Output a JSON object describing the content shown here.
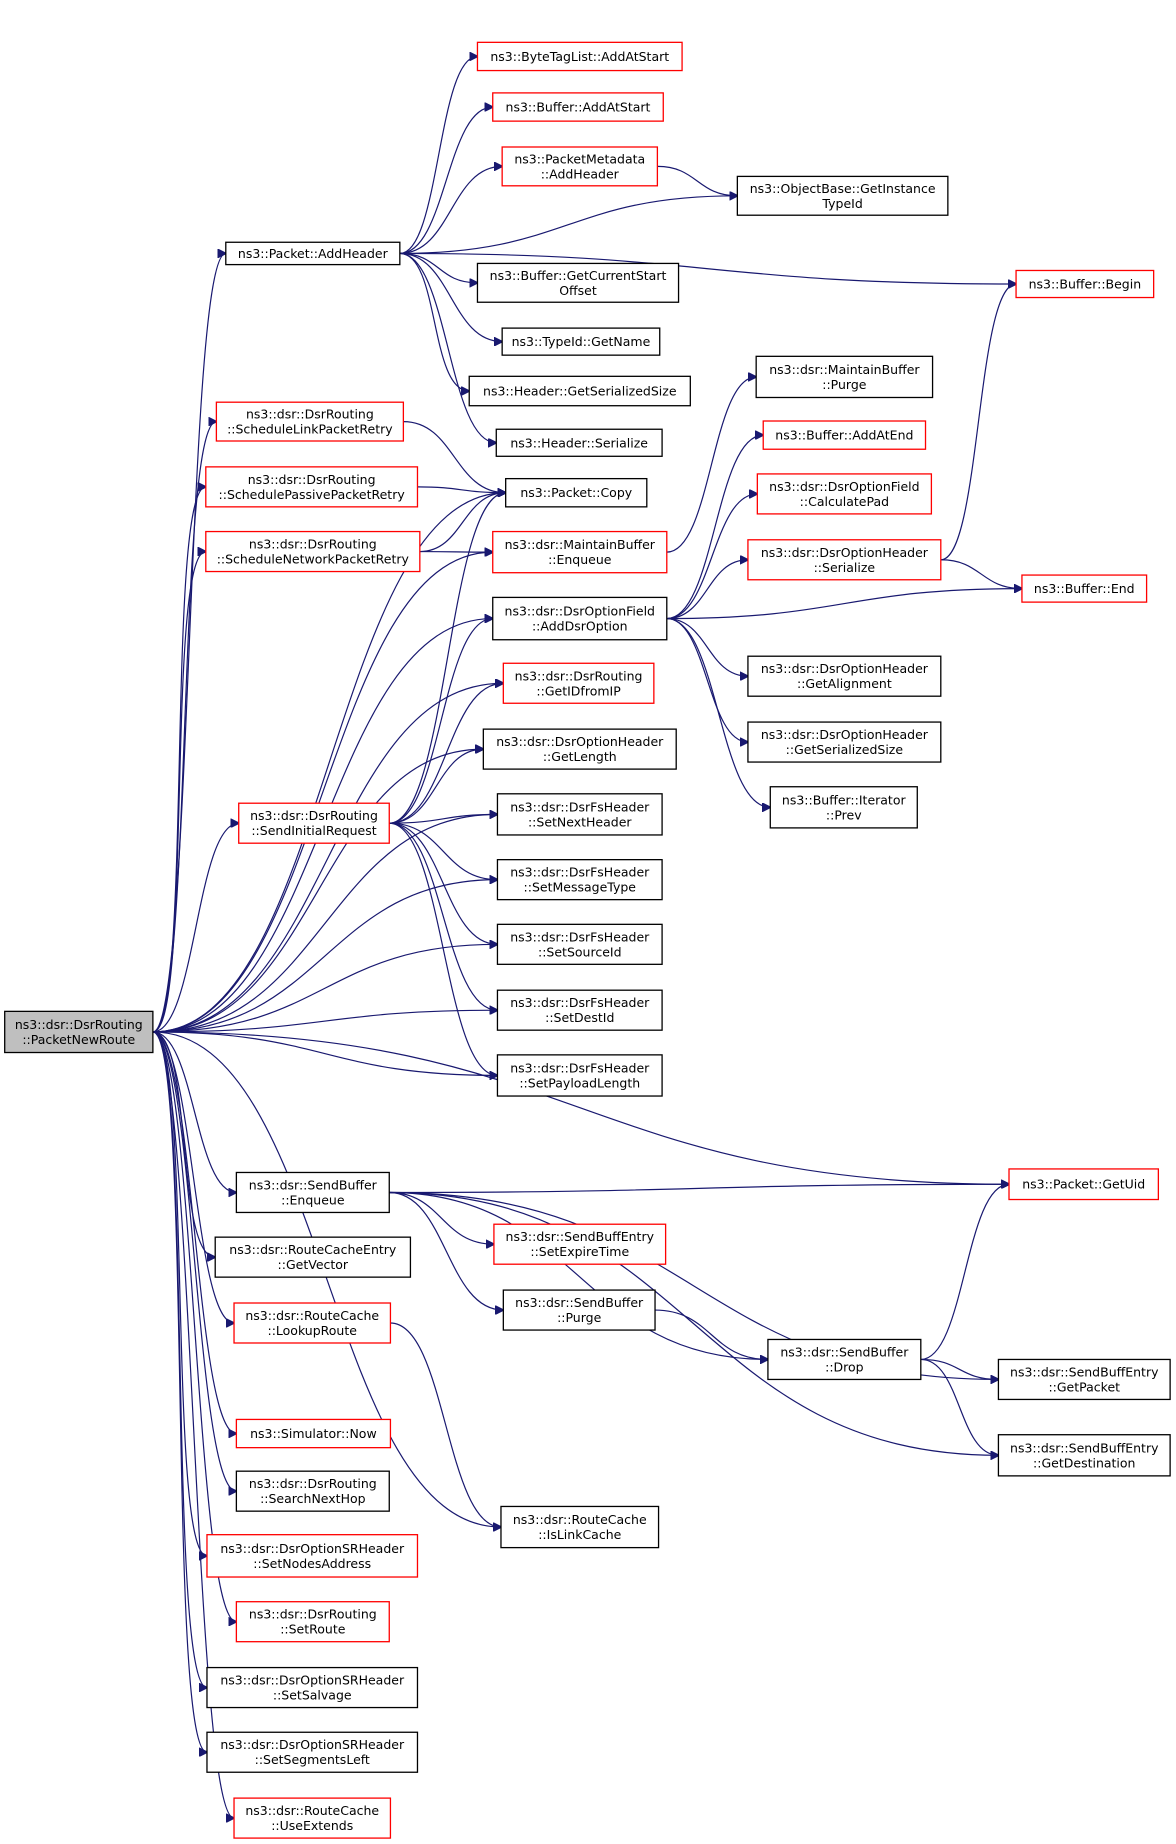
{
  "colors": {
    "edge": "#191970",
    "border_documented": "#000000",
    "border_undocumented": "#ff0000",
    "root_fill": "#bfbfbf",
    "node_fill": "#ffffff"
  },
  "nodes": [
    {
      "id": "root",
      "lines": [
        "ns3::dsr::DsrRouting",
        "::PacketNewRoute"
      ],
      "style": "root"
    },
    {
      "id": "packet-addheader",
      "lines": [
        "ns3::Packet::AddHeader"
      ],
      "style": "black"
    },
    {
      "id": "bytetaglist-addatstart",
      "lines": [
        "ns3::ByteTagList::AddAtStart"
      ],
      "style": "red"
    },
    {
      "id": "buffer-addatstart",
      "lines": [
        "ns3::Buffer::AddAtStart"
      ],
      "style": "red"
    },
    {
      "id": "packetmetadata-addheader",
      "lines": [
        "ns3::PacketMetadata",
        "::AddHeader"
      ],
      "style": "red"
    },
    {
      "id": "objectbase-getinstancetypeid",
      "lines": [
        "ns3::ObjectBase::GetInstance",
        "TypeId"
      ],
      "style": "black"
    },
    {
      "id": "buffer-getcurrentstartoffset",
      "lines": [
        "ns3::Buffer::GetCurrentStart",
        "Offset"
      ],
      "style": "black"
    },
    {
      "id": "typeid-getname",
      "lines": [
        "ns3::TypeId::GetName"
      ],
      "style": "black"
    },
    {
      "id": "header-getserializedsize",
      "lines": [
        "ns3::Header::GetSerializedSize"
      ],
      "style": "black"
    },
    {
      "id": "header-serialize",
      "lines": [
        "ns3::Header::Serialize"
      ],
      "style": "black"
    },
    {
      "id": "buffer-begin",
      "lines": [
        "ns3::Buffer::Begin"
      ],
      "style": "red"
    },
    {
      "id": "schedulelinkpacketretry",
      "lines": [
        "ns3::dsr::DsrRouting",
        "::ScheduleLinkPacketRetry"
      ],
      "style": "red"
    },
    {
      "id": "schedulepassivepacketretry",
      "lines": [
        "ns3::dsr::DsrRouting",
        "::SchedulePassivePacketRetry"
      ],
      "style": "red"
    },
    {
      "id": "schedulenetworkpacketretry",
      "lines": [
        "ns3::dsr::DsrRouting",
        "::ScheduleNetworkPacketRetry"
      ],
      "style": "red"
    },
    {
      "id": "packet-copy",
      "lines": [
        "ns3::Packet::Copy"
      ],
      "style": "black"
    },
    {
      "id": "maintainbuffer-enqueue",
      "lines": [
        "ns3::dsr::MaintainBuffer",
        "::Enqueue"
      ],
      "style": "red"
    },
    {
      "id": "maintainbuffer-purge",
      "lines": [
        "ns3::dsr::MaintainBuffer",
        "::Purge"
      ],
      "style": "black"
    },
    {
      "id": "buffer-addatend",
      "lines": [
        "ns3::Buffer::AddAtEnd"
      ],
      "style": "red"
    },
    {
      "id": "dsroptionfield-calculatepad",
      "lines": [
        "ns3::dsr::DsrOptionField",
        "::CalculatePad"
      ],
      "style": "red"
    },
    {
      "id": "dsroptionheader-serialize",
      "lines": [
        "ns3::dsr::DsrOptionHeader",
        "::Serialize"
      ],
      "style": "red"
    },
    {
      "id": "buffer-end",
      "lines": [
        "ns3::Buffer::End"
      ],
      "style": "red"
    },
    {
      "id": "dsroptionfield-adddsroption",
      "lines": [
        "ns3::dsr::DsrOptionField",
        "::AddDsrOption"
      ],
      "style": "black"
    },
    {
      "id": "dsroptionheader-getalignment",
      "lines": [
        "ns3::dsr::DsrOptionHeader",
        "::GetAlignment"
      ],
      "style": "black"
    },
    {
      "id": "dsroptionheader-getserializedsize",
      "lines": [
        "ns3::dsr::DsrOptionHeader",
        "::GetSerializedSize"
      ],
      "style": "black"
    },
    {
      "id": "buffer-iterator-prev",
      "lines": [
        "ns3::Buffer::Iterator",
        "::Prev"
      ],
      "style": "black"
    },
    {
      "id": "getidfromip",
      "lines": [
        "ns3::dsr::DsrRouting",
        "::GetIDfromIP"
      ],
      "style": "red"
    },
    {
      "id": "dsroptionheader-getlength",
      "lines": [
        "ns3::dsr::DsrOptionHeader",
        "::GetLength"
      ],
      "style": "black"
    },
    {
      "id": "sendinitialrequest",
      "lines": [
        "ns3::dsr::DsrRouting",
        "::SendInitialRequest"
      ],
      "style": "red"
    },
    {
      "id": "dsrfsheader-setnextheader",
      "lines": [
        "ns3::dsr::DsrFsHeader",
        "::SetNextHeader"
      ],
      "style": "black"
    },
    {
      "id": "dsrfsheader-setmessagetype",
      "lines": [
        "ns3::dsr::DsrFsHeader",
        "::SetMessageType"
      ],
      "style": "black"
    },
    {
      "id": "dsrfsheader-setsourceid",
      "lines": [
        "ns3::dsr::DsrFsHeader",
        "::SetSourceId"
      ],
      "style": "black"
    },
    {
      "id": "dsrfsheader-setdestid",
      "lines": [
        "ns3::dsr::DsrFsHeader",
        "::SetDestId"
      ],
      "style": "black"
    },
    {
      "id": "dsrfsheader-setpayloadlength",
      "lines": [
        "ns3::dsr::DsrFsHeader",
        "::SetPayloadLength"
      ],
      "style": "black"
    },
    {
      "id": "sendbuffer-enqueue",
      "lines": [
        "ns3::dsr::SendBuffer",
        "::Enqueue"
      ],
      "style": "black"
    },
    {
      "id": "packet-getuid",
      "lines": [
        "ns3::Packet::GetUid"
      ],
      "style": "red"
    },
    {
      "id": "sendbuffentry-setexpiretime",
      "lines": [
        "ns3::dsr::SendBuffEntry",
        "::SetExpireTime"
      ],
      "style": "red"
    },
    {
      "id": "routecacheentry-getvector",
      "lines": [
        "ns3::dsr::RouteCacheEntry",
        "::GetVector"
      ],
      "style": "black"
    },
    {
      "id": "sendbuffer-purge",
      "lines": [
        "ns3::dsr::SendBuffer",
        "::Purge"
      ],
      "style": "black"
    },
    {
      "id": "routecache-lookuproute",
      "lines": [
        "ns3::dsr::RouteCache",
        "::LookupRoute"
      ],
      "style": "red"
    },
    {
      "id": "sendbuffer-drop",
      "lines": [
        "ns3::dsr::SendBuffer",
        "::Drop"
      ],
      "style": "black"
    },
    {
      "id": "sendbuffentry-getpacket",
      "lines": [
        "ns3::dsr::SendBuffEntry",
        "::GetPacket"
      ],
      "style": "black"
    },
    {
      "id": "sendbuffentry-getdestination",
      "lines": [
        "ns3::dsr::SendBuffEntry",
        "::GetDestination"
      ],
      "style": "black"
    },
    {
      "id": "simulator-now",
      "lines": [
        "ns3::Simulator::Now"
      ],
      "style": "red"
    },
    {
      "id": "searchnexthop",
      "lines": [
        "ns3::dsr::DsrRouting",
        "::SearchNextHop"
      ],
      "style": "black"
    },
    {
      "id": "routecache-islinkcache",
      "lines": [
        "ns3::dsr::RouteCache",
        "::IsLinkCache"
      ],
      "style": "black"
    },
    {
      "id": "dsroptionsrheader-setnodesaddress",
      "lines": [
        "ns3::dsr::DsrOptionSRHeader",
        "::SetNodesAddress"
      ],
      "style": "red"
    },
    {
      "id": "dsrrouting-setroute",
      "lines": [
        "ns3::dsr::DsrRouting",
        "::SetRoute"
      ],
      "style": "red"
    },
    {
      "id": "dsroptionsrheader-setsalvage",
      "lines": [
        "ns3::dsr::DsrOptionSRHeader",
        "::SetSalvage"
      ],
      "style": "black"
    },
    {
      "id": "dsroptionsrheader-setsegmentsleft",
      "lines": [
        "ns3::dsr::DsrOptionSRHeader",
        "::SetSegmentsLeft"
      ],
      "style": "black"
    },
    {
      "id": "routecache-useextends",
      "lines": [
        "ns3::dsr::RouteCache",
        "::UseExtends"
      ],
      "style": "red"
    }
  ],
  "edges": [
    [
      "root",
      "packet-addheader"
    ],
    [
      "root",
      "schedulelinkpacketretry"
    ],
    [
      "root",
      "schedulepassivepacketretry"
    ],
    [
      "root",
      "schedulenetworkpacketretry"
    ],
    [
      "root",
      "packet-copy"
    ],
    [
      "root",
      "maintainbuffer-enqueue"
    ],
    [
      "root",
      "dsroptionfield-adddsroption"
    ],
    [
      "root",
      "getidfromip"
    ],
    [
      "root",
      "dsroptionheader-getlength"
    ],
    [
      "root",
      "sendinitialrequest"
    ],
    [
      "root",
      "dsrfsheader-setnextheader"
    ],
    [
      "root",
      "dsrfsheader-setmessagetype"
    ],
    [
      "root",
      "dsrfsheader-setsourceid"
    ],
    [
      "root",
      "dsrfsheader-setdestid"
    ],
    [
      "root",
      "dsrfsheader-setpayloadlength"
    ],
    [
      "root",
      "packet-getuid"
    ],
    [
      "root",
      "sendbuffer-enqueue"
    ],
    [
      "root",
      "routecacheentry-getvector"
    ],
    [
      "root",
      "routecache-lookuproute"
    ],
    [
      "root",
      "simulator-now"
    ],
    [
      "root",
      "searchnexthop"
    ],
    [
      "root",
      "routecache-islinkcache"
    ],
    [
      "root",
      "dsroptionsrheader-setnodesaddress"
    ],
    [
      "root",
      "dsrrouting-setroute"
    ],
    [
      "root",
      "dsroptionsrheader-setsalvage"
    ],
    [
      "root",
      "dsroptionsrheader-setsegmentsleft"
    ],
    [
      "root",
      "routecache-useextends"
    ],
    [
      "packet-addheader",
      "bytetaglist-addatstart"
    ],
    [
      "packet-addheader",
      "buffer-addatstart"
    ],
    [
      "packet-addheader",
      "packetmetadata-addheader"
    ],
    [
      "packet-addheader",
      "objectbase-getinstancetypeid"
    ],
    [
      "packet-addheader",
      "buffer-getcurrentstartoffset"
    ],
    [
      "packet-addheader",
      "typeid-getname"
    ],
    [
      "packet-addheader",
      "header-getserializedsize"
    ],
    [
      "packet-addheader",
      "header-serialize"
    ],
    [
      "packet-addheader",
      "buffer-begin"
    ],
    [
      "packetmetadata-addheader",
      "objectbase-getinstancetypeid"
    ],
    [
      "schedulelinkpacketretry",
      "packet-copy"
    ],
    [
      "schedulepassivepacketretry",
      "packet-copy"
    ],
    [
      "schedulenetworkpacketretry",
      "packet-copy"
    ],
    [
      "schedulenetworkpacketretry",
      "maintainbuffer-enqueue"
    ],
    [
      "maintainbuffer-enqueue",
      "maintainbuffer-purge"
    ],
    [
      "dsroptionfield-adddsroption",
      "buffer-addatend"
    ],
    [
      "dsroptionfield-adddsroption",
      "dsroptionfield-calculatepad"
    ],
    [
      "dsroptionfield-adddsroption",
      "dsroptionheader-serialize"
    ],
    [
      "dsroptionfield-adddsroption",
      "buffer-end"
    ],
    [
      "dsroptionfield-adddsroption",
      "dsroptionheader-getalignment"
    ],
    [
      "dsroptionfield-adddsroption",
      "dsroptionheader-getserializedsize"
    ],
    [
      "dsroptionfield-adddsroption",
      "buffer-iterator-prev"
    ],
    [
      "dsroptionheader-serialize",
      "buffer-begin"
    ],
    [
      "dsroptionheader-serialize",
      "buffer-end"
    ],
    [
      "sendinitialrequest",
      "packet-copy"
    ],
    [
      "sendinitialrequest",
      "dsroptionfield-adddsroption"
    ],
    [
      "sendinitialrequest",
      "getidfromip"
    ],
    [
      "sendinitialrequest",
      "dsroptionheader-getlength"
    ],
    [
      "sendinitialrequest",
      "dsrfsheader-setnextheader"
    ],
    [
      "sendinitialrequest",
      "dsrfsheader-setmessagetype"
    ],
    [
      "sendinitialrequest",
      "dsrfsheader-setsourceid"
    ],
    [
      "sendinitialrequest",
      "dsrfsheader-setdestid"
    ],
    [
      "sendinitialrequest",
      "dsrfsheader-setpayloadlength"
    ],
    [
      "sendbuffer-enqueue",
      "packet-getuid"
    ],
    [
      "sendbuffer-enqueue",
      "sendbuffentry-setexpiretime"
    ],
    [
      "sendbuffer-enqueue",
      "sendbuffer-purge"
    ],
    [
      "sendbuffer-enqueue",
      "sendbuffer-drop"
    ],
    [
      "sendbuffer-enqueue",
      "sendbuffentry-getpacket"
    ],
    [
      "sendbuffer-enqueue",
      "sendbuffentry-getdestination"
    ],
    [
      "sendbuffer-purge",
      "sendbuffer-drop"
    ],
    [
      "sendbuffer-drop",
      "packet-getuid"
    ],
    [
      "sendbuffer-drop",
      "sendbuffentry-getpacket"
    ],
    [
      "sendbuffer-drop",
      "sendbuffentry-getdestination"
    ],
    [
      "routecache-lookuproute",
      "routecache-islinkcache"
    ]
  ]
}
